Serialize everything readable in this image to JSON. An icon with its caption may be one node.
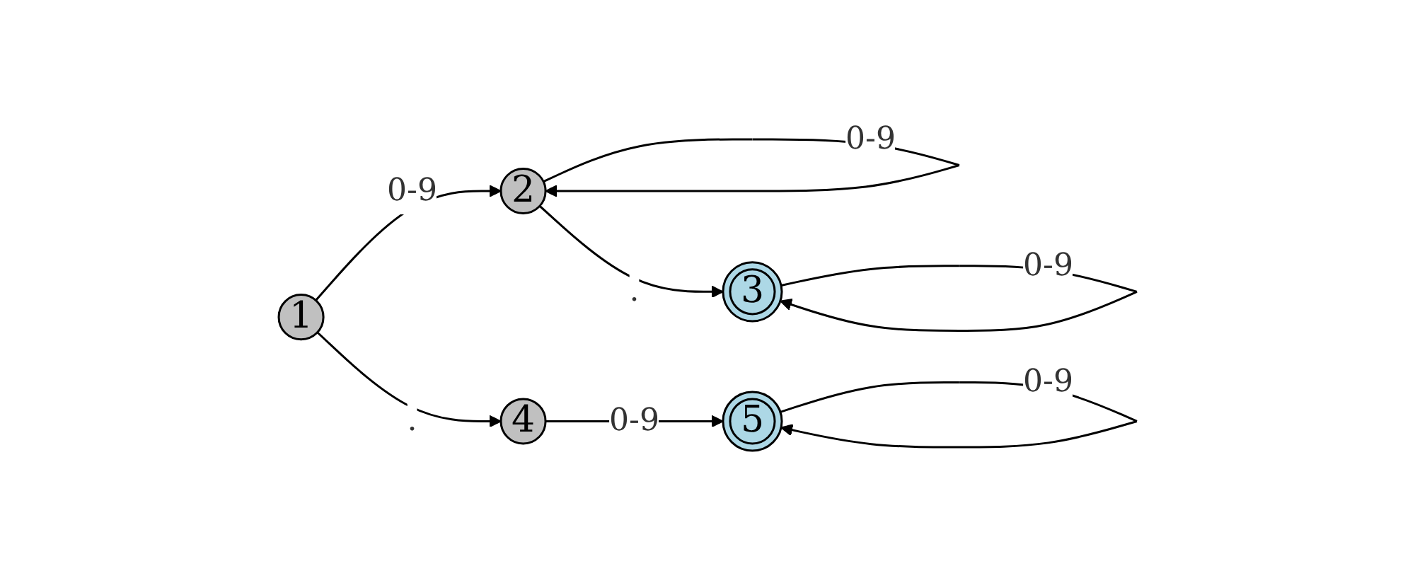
{
  "diagram": {
    "nodes": [
      {
        "text": [
          "1"
        ]
      },
      {
        "text": [
          "2"
        ]
      },
      {
        "text": [
          "3"
        ]
      },
      {
        "text": [
          "4"
        ]
      },
      {
        "text": [
          "5"
        ]
      }
    ],
    "edges": [
      {
        "from": 0,
        "to": 1,
        "arrow": "to",
        "label": "0-9"
      },
      {
        "from": 1,
        "to": 1,
        "arrow": "to",
        "label": "0-9"
      },
      {
        "from": 1,
        "to": 2,
        "arrow": "to",
        "label": "."
      },
      {
        "from": 2,
        "to": 2,
        "arrow": "to",
        "label": "0-9"
      },
      {
        "from": 0,
        "to": 3,
        "arrow": "to",
        "label": "."
      },
      {
        "from": 3,
        "to": 4,
        "arrow": "to",
        "label": "0-9"
      },
      {
        "from": 4,
        "to": 4,
        "arrow": "to",
        "label": "0-9"
      }
    ]
  }
}
